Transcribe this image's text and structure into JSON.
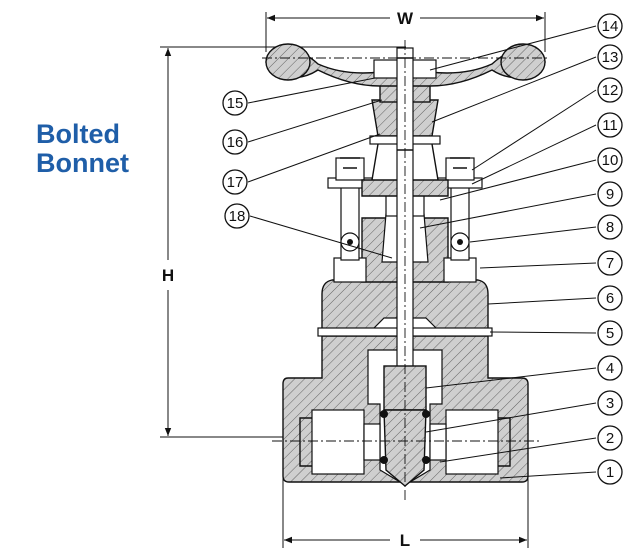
{
  "title_lines": [
    "Bolted",
    "Bonnet"
  ],
  "dimensions": {
    "width": "W",
    "height": "H",
    "length": "L"
  },
  "callouts": [
    "1",
    "2",
    "3",
    "4",
    "5",
    "6",
    "7",
    "8",
    "9",
    "10",
    "11",
    "12",
    "13",
    "14",
    "15",
    "16",
    "17",
    "18"
  ],
  "colors": {
    "title": "#1f5ea8",
    "body_fill": "#cfcfcf",
    "line": "#111111"
  }
}
